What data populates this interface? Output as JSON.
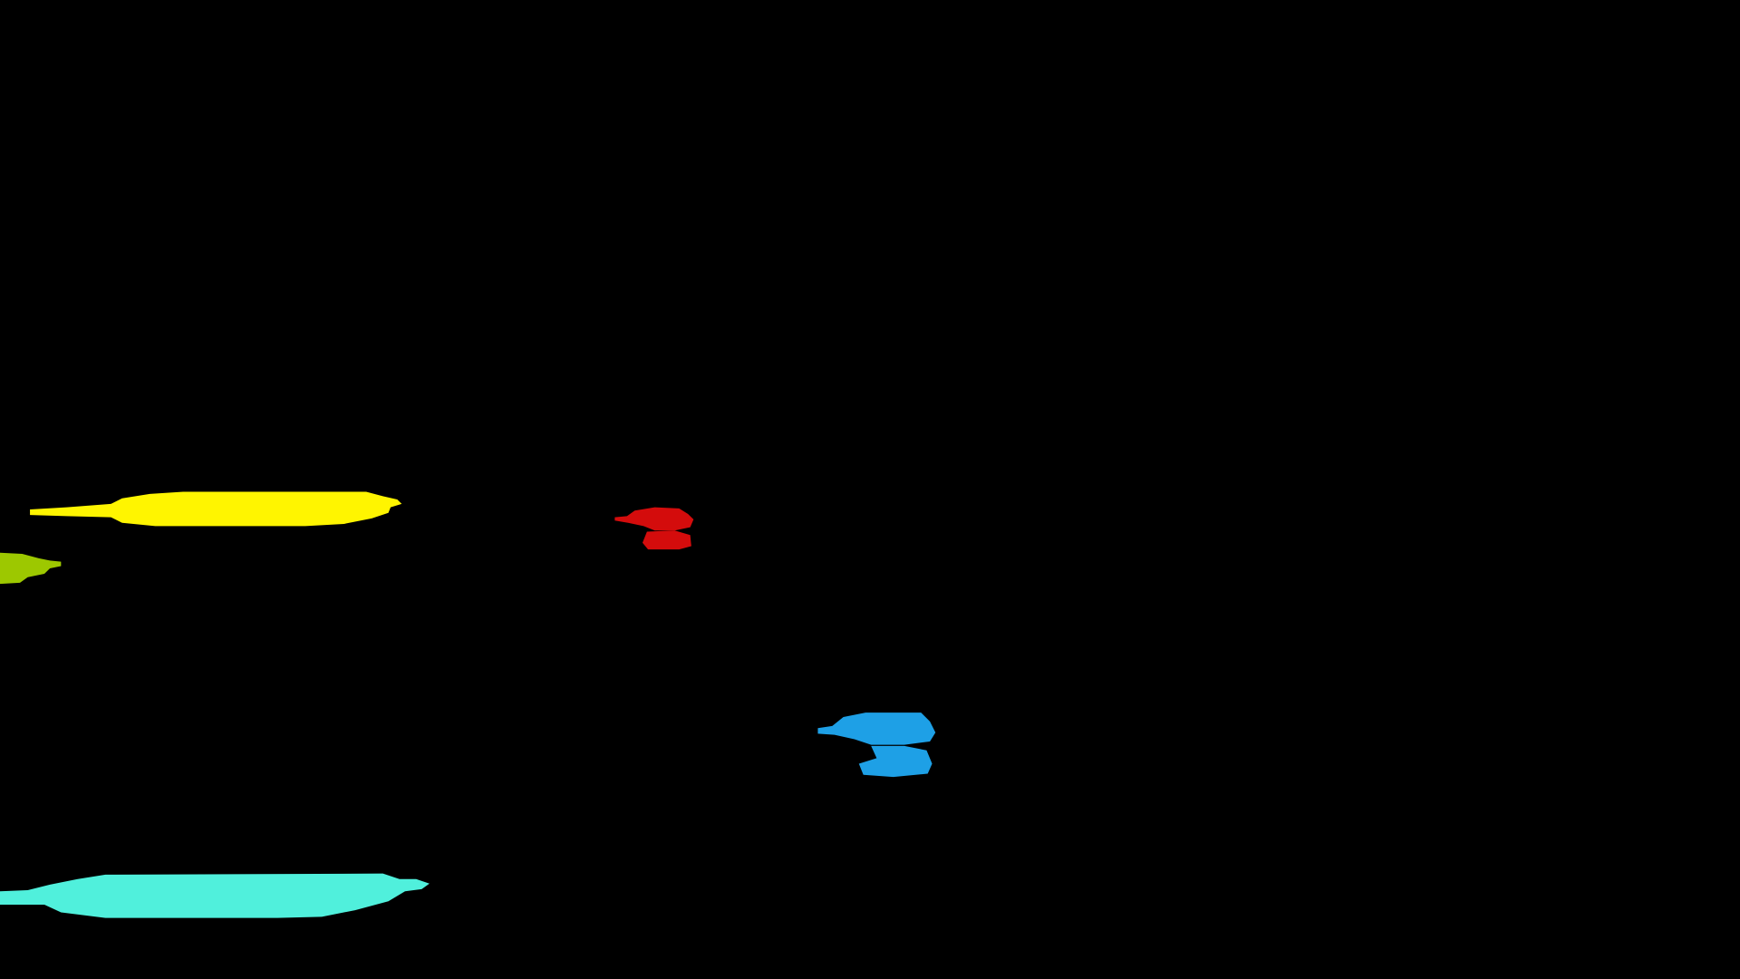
{
  "background": "#000000",
  "segments": [
    {
      "name": "yellow-segment",
      "color": "#FFF500"
    },
    {
      "name": "green-segment",
      "color": "#9DC800"
    },
    {
      "name": "red-segment",
      "color": "#D40C0C"
    },
    {
      "name": "blue-segment",
      "color": "#1EA0E6"
    },
    {
      "name": "cyan-segment",
      "color": "#50F0DC"
    }
  ]
}
